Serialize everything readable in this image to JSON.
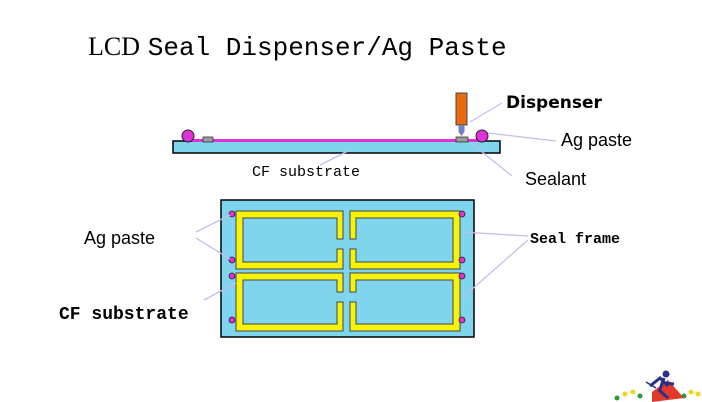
{
  "title": {
    "part_lcd": "LCD",
    "part_rest": "Seal Dispenser/Ag Paste"
  },
  "side_view": {
    "dispenser_label": "Dispenser",
    "ag_paste_label": "Ag paste",
    "cf_substrate_label": "CF substrate",
    "sealant_label": "Sealant"
  },
  "top_view": {
    "ag_paste_label": "Ag paste",
    "cf_substrate_label": "CF substrate",
    "seal_frame_label": "Seal frame"
  },
  "colors": {
    "substrate": "#7fd4ee",
    "seal_frame": "#f7f20a",
    "frame_outline": "#444444",
    "magenta": "#e030d8",
    "dispenser": "#e86a10",
    "leader_line": "#c0c0e8"
  }
}
